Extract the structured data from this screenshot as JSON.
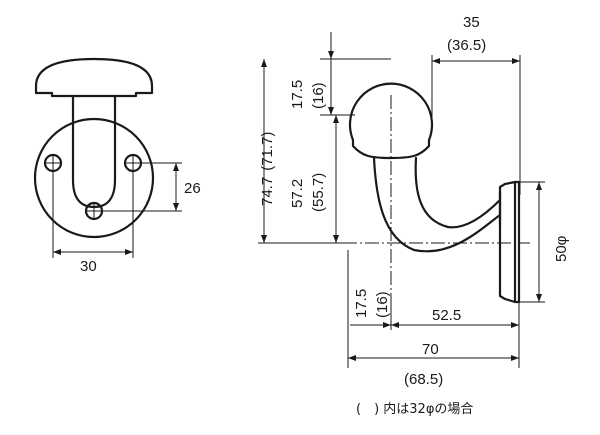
{
  "dimensions": {
    "front_hole_spacing": "30",
    "front_hole_offset": "26",
    "ball_diameter": "35",
    "ball_diameter_alt": "(36.5)",
    "ball_top_offset": "17.5",
    "ball_top_offset_alt": "(16)",
    "total_height": "74.7",
    "total_height_alt": "(71.7)",
    "center_height": "57.2",
    "center_height_alt": "(55.7)",
    "base_diameter": "50φ",
    "ball_center_offset": "17.5",
    "ball_center_offset_alt": "(16)",
    "arm_reach": "52.5",
    "total_depth": "70",
    "total_depth_alt": "(68.5)"
  },
  "note": "(　) 内は32φの場合"
}
